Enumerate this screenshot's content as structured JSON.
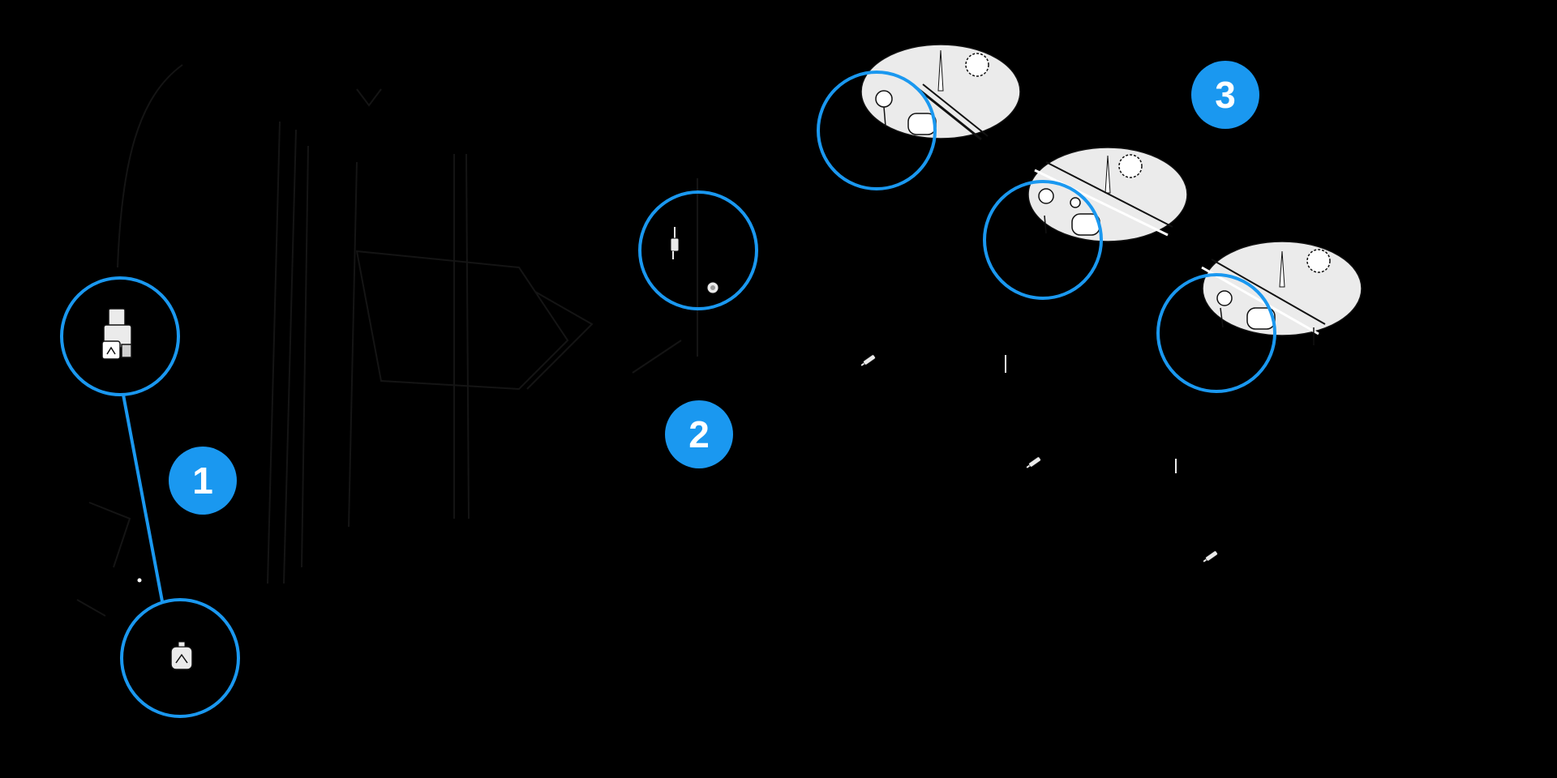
{
  "colors": {
    "background": "#000000",
    "accent": "#1a98f0",
    "badge_text": "#ffffff",
    "part_fill": "#ebebeb",
    "part_stroke": "#111111",
    "faint_line": "#141414"
  },
  "steps": [
    {
      "label": "1"
    },
    {
      "label": "2"
    },
    {
      "label": "3"
    }
  ],
  "icons": {
    "pump": "pump-assembly-icon",
    "valve": "valve-fitting-icon",
    "tank": "tank-lid-icon",
    "connector": "hose-connector-icon",
    "pin": "pin-icon"
  }
}
